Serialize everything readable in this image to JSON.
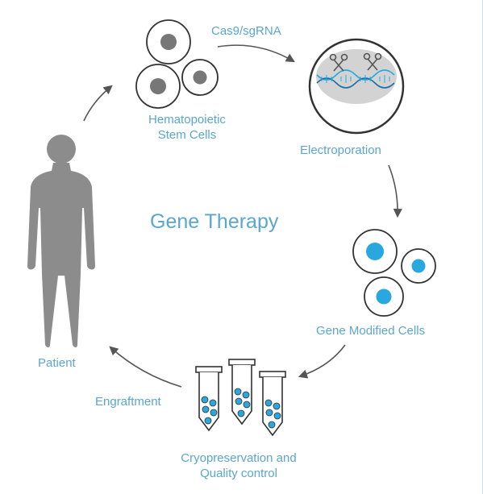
{
  "diagram": {
    "title": "Gene Therapy",
    "steps": {
      "hsc": {
        "line1": "Hematopoietic",
        "line2": "Stem Cells"
      },
      "cas9": "Cas9/sgRNA",
      "electroporation": "Electroporation",
      "modified": "Gene Modified Cells",
      "cryo": {
        "line1": "Cryopreservation and",
        "line2": "Quality control"
      },
      "engraftment": "Engraftment",
      "patient": "Patient"
    }
  },
  "colors": {
    "accent": "#5aa6cf",
    "cell_blue": "#29a8e0",
    "gray": "#8c8c8c",
    "arrow": "#555555"
  },
  "icons": [
    "human-silhouette-icon",
    "stem-cell-icon",
    "scissors-icon",
    "dna-icon",
    "modified-cell-icon",
    "test-tube-icon"
  ]
}
